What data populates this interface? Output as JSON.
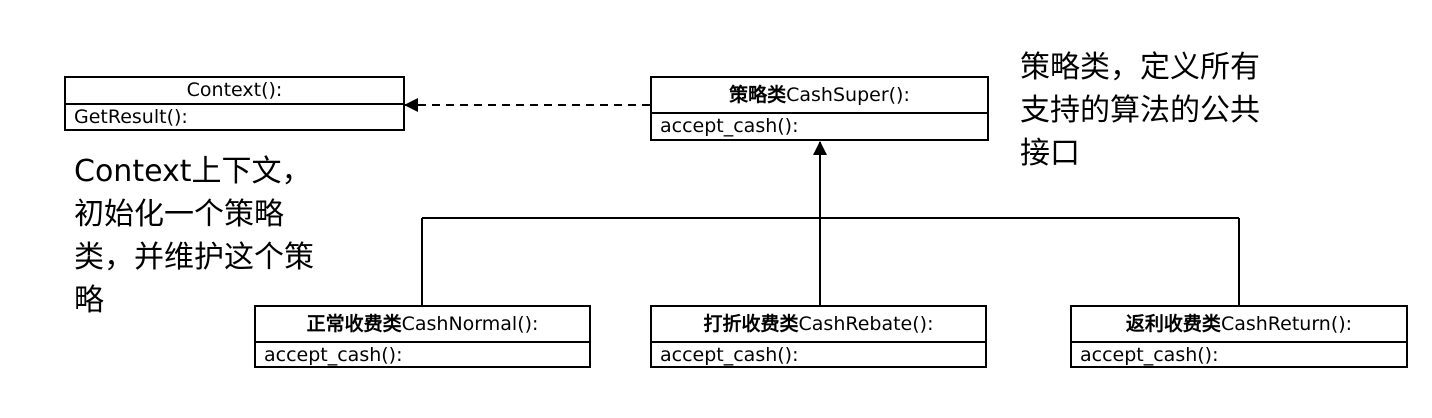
{
  "context": {
    "header": "Context():",
    "method": "GetResult():"
  },
  "strategy": {
    "header_cn": "策略类",
    "header_en": "CashSuper():",
    "method": "accept_cash():"
  },
  "subclasses": [
    {
      "header_cn": "正常收费类",
      "header_en": "CashNormal():",
      "method": "accept_cash():"
    },
    {
      "header_cn": "打折收费类",
      "header_en": "CashRebate():",
      "method": "accept_cash():"
    },
    {
      "header_cn": "返利收费类",
      "header_en": "CashReturn():",
      "method": "accept_cash():"
    }
  ],
  "notes": {
    "strategy_note": "策略类，定义所有\n支持的算法的公共\n接口",
    "context_note": "Context上下文，\n初始化一个策略\n类，并维护这个策\n略"
  }
}
